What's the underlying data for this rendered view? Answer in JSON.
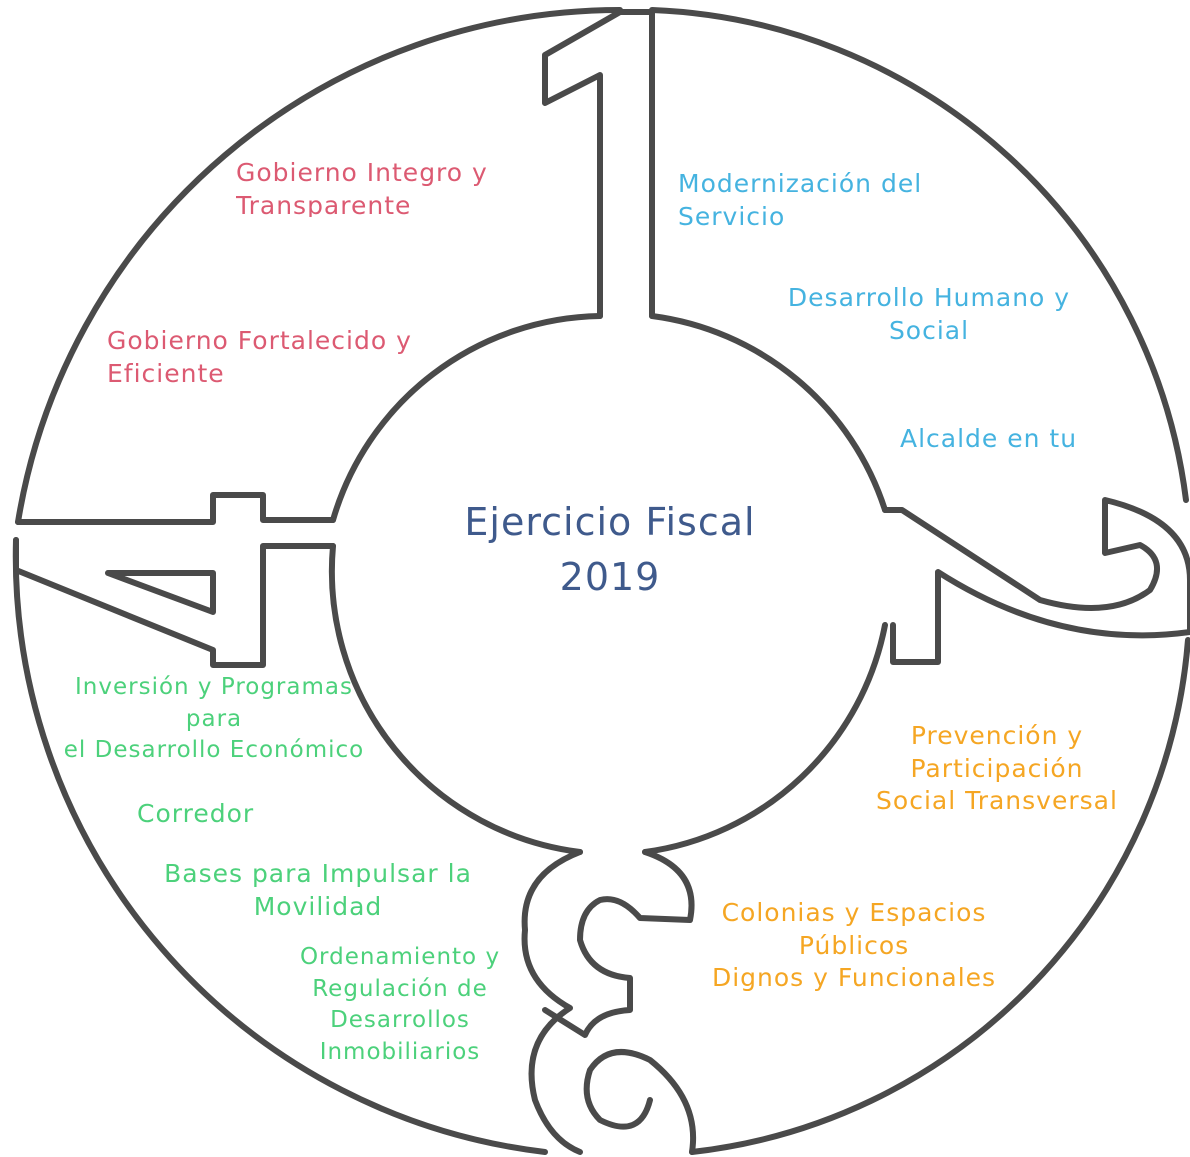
{
  "center": {
    "title_line1": "Ejercicio Fiscal",
    "title_line2": "2019"
  },
  "colors": {
    "center_text": "#3f5a8c",
    "outline": "#4a4a4a",
    "pillar_1": "#dc5a72",
    "pillar_2": "#45b3e0",
    "pillar_3": "#f5a623",
    "pillar_4": "#4cd17b"
  },
  "shapes": {
    "number_1": "numeral-one",
    "number_2": "numeral-two",
    "number_3": "numeral-three-reversed",
    "number_4": "numeral-four"
  },
  "pillars": {
    "p1": {
      "item1_l1": "Gobierno Integro y",
      "item1_l2": "Transparente",
      "item2_l1": "Gobierno Fortalecido y",
      "item2_l2": "Eficiente"
    },
    "p2": {
      "item1_l1": "Modernización del",
      "item1_l2": "Servicio",
      "item2_l1": "Desarrollo Humano y",
      "item2_l2": "Social",
      "item3_l1": "Alcalde en tu"
    },
    "p3": {
      "item1_l1": "Prevención y",
      "item1_l2": "Participación",
      "item1_l3": "Social Transversal",
      "item2_l1": "Colonias y Espacios",
      "item2_l2": "Públicos",
      "item2_l3": "Dignos y Funcionales"
    },
    "p4": {
      "item1_l1": "Inversión y Programas",
      "item1_l2": "para",
      "item1_l3": "el Desarrollo Económico",
      "item2_l1": "Corredor",
      "item3_l1": "Bases para Impulsar la",
      "item3_l2": "Movilidad",
      "item4_l1": "Ordenamiento y",
      "item4_l2": "Regulación de",
      "item4_l3": "Desarrollos",
      "item4_l4": "Inmobiliarios"
    }
  }
}
